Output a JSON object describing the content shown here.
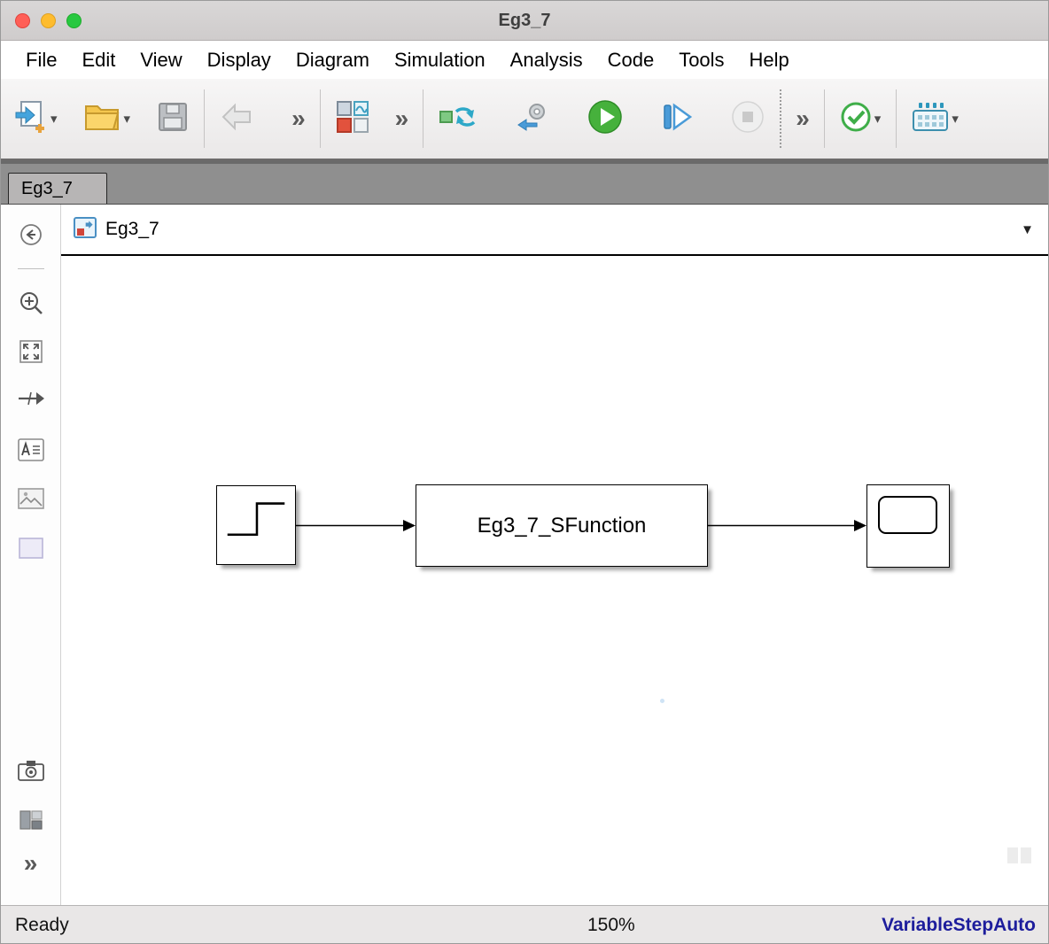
{
  "window": {
    "title": "Eg3_7"
  },
  "menubar": {
    "items": [
      "File",
      "Edit",
      "View",
      "Display",
      "Diagram",
      "Simulation",
      "Analysis",
      "Code",
      "Tools",
      "Help"
    ]
  },
  "glyphs": {
    "chevron": "»",
    "caret": "▾",
    "breadcrumb_caret": "▼"
  },
  "toolbar": {
    "buttons": [
      {
        "name": "new-model",
        "dropdown": true
      },
      {
        "name": "open",
        "dropdown": true
      },
      {
        "name": "save"
      },
      {
        "name": "back",
        "disabled": true
      },
      {
        "name": "more-navigation-chevron"
      },
      {
        "name": "library-browser"
      },
      {
        "name": "more-library-chevron"
      },
      {
        "name": "update-diagram"
      },
      {
        "name": "step-back",
        "disabled": true
      },
      {
        "name": "run"
      },
      {
        "name": "step-forward"
      },
      {
        "name": "stop",
        "disabled": true
      },
      {
        "name": "more-simulation-chevron"
      },
      {
        "name": "model-advisor",
        "dropdown": true
      },
      {
        "name": "build",
        "dropdown": true
      }
    ]
  },
  "tabbar": {
    "tabs": [
      {
        "label": "Eg3_7",
        "active": true
      }
    ]
  },
  "breadcrumb": {
    "items": [
      {
        "label": "Eg3_7"
      }
    ]
  },
  "palette": {
    "items": [
      "browse-back",
      "zoom-in",
      "fit-to-view",
      "signal-arrow",
      "annotation",
      "image",
      "area",
      "viewmark-camera",
      "sample-time",
      "more-tools"
    ]
  },
  "diagram": {
    "blocks": [
      {
        "id": "step",
        "type": "Step",
        "label": ""
      },
      {
        "id": "sfunction",
        "type": "S-Function",
        "label": "Eg3_7_SFunction"
      },
      {
        "id": "scope",
        "type": "Scope",
        "label": ""
      }
    ],
    "connections": [
      {
        "from": "step",
        "to": "sfunction"
      },
      {
        "from": "sfunction",
        "to": "scope"
      }
    ]
  },
  "statusbar": {
    "status": "Ready",
    "zoom": "150%",
    "solver": "VariableStepAuto"
  },
  "colors": {
    "run_green": "#46b13c",
    "check_green": "#3fae49",
    "accent_teal": "#2da8c8",
    "folder_yellow": "#f4c64e",
    "library_red": "#e2523d",
    "solver_text": "#1d1d9c",
    "traffic_red": "#ff5f57",
    "traffic_yellow": "#febc2e",
    "traffic_green": "#28c840"
  }
}
